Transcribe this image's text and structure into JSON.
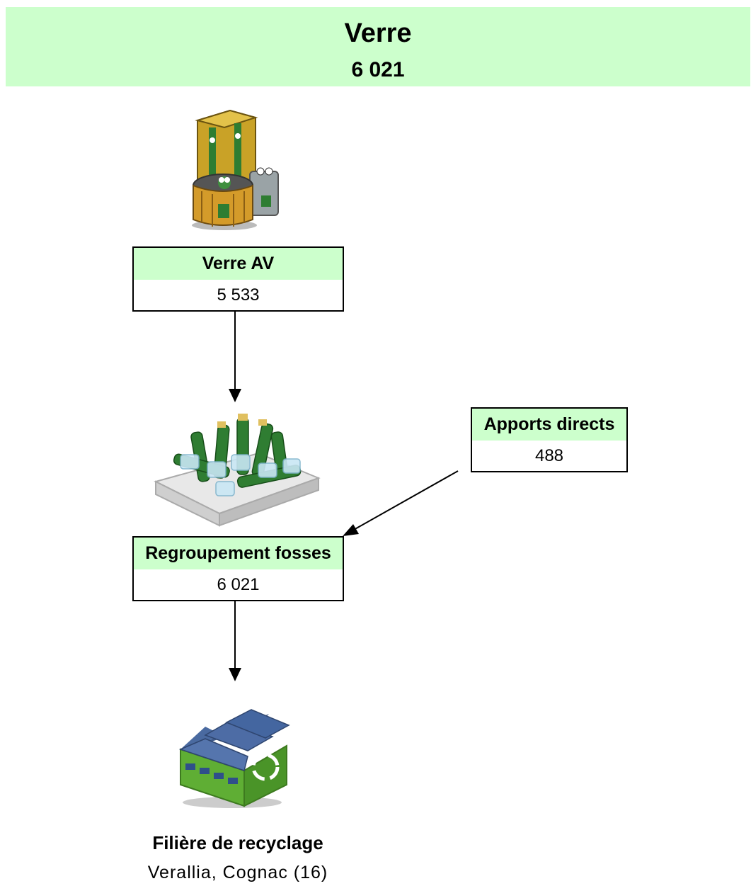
{
  "banner": {
    "title": "Verre",
    "value": "6 021"
  },
  "nodes": {
    "verre_av": {
      "label": "Verre AV",
      "value": "5 533"
    },
    "apports_directs": {
      "label": "Apports directs",
      "value": "488"
    },
    "regroupement": {
      "label": "Regroupement fosses",
      "value": "6 021"
    }
  },
  "destination": {
    "title": "Filière de recyclage",
    "subtitle": "Verallia, Cognac (16)"
  },
  "icons": [
    "glass-collection-bins-icon",
    "glass-bottles-crate-icon",
    "recycling-factory-icon"
  ],
  "colors": {
    "header_fill": "#ccffcc",
    "border": "#000000",
    "factory_green": "#6cbf3a",
    "roof_blue": "#3f5a8a"
  }
}
